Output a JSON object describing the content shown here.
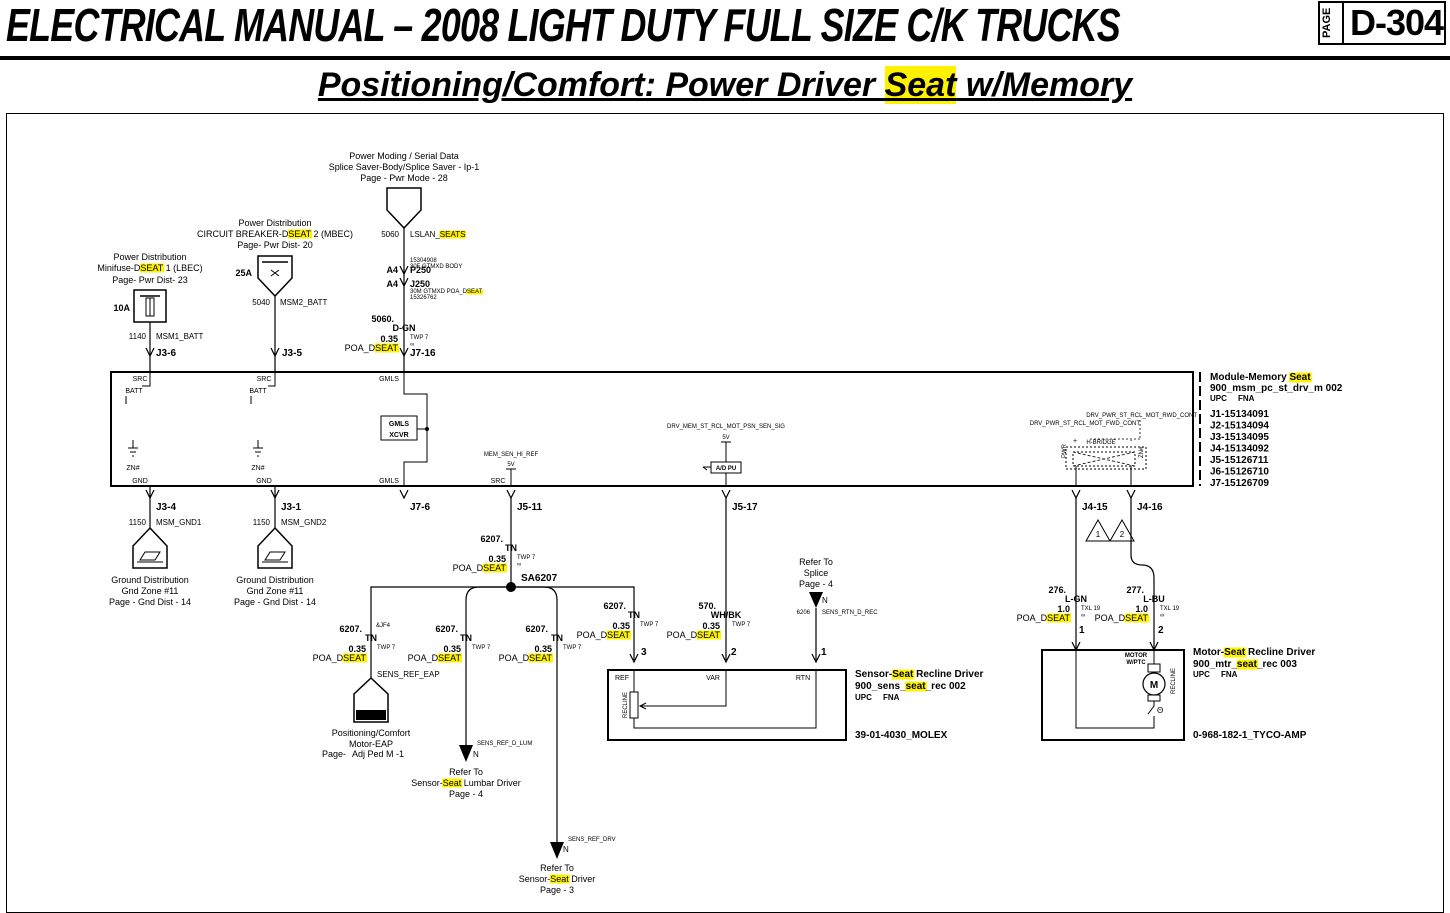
{
  "header": {
    "title": "ELECTRICAL MANUAL – 2008 LIGHT DUTY FULL SIZE C/K TRUCKS",
    "page_label": "PAGE",
    "page_number": "D-304"
  },
  "subtitle": {
    "before": "Positioning/Comfort: Power Driver ",
    "highlight": "Seat",
    "after": " w/Memory"
  },
  "sources": {
    "lbec": {
      "l1": "Power Distribution",
      "l2a": "Minifuse-D",
      "l2h": "SEAT",
      "l2b": " 1 (LBEC)",
      "l3": "Page-  Pwr Dist- 23",
      "fuse": "10A",
      "circuit": "1140",
      "wire": "MSM1_BATT",
      "conn": "J3-6"
    },
    "mbec": {
      "l1": "Power Distribution",
      "l2a": "CIRCUIT BREAKER-D",
      "l2h": "SEAT",
      "l2b": " 2 (MBEC)",
      "l3": "Page-  Pwr Dist- 20",
      "fuse": "25A",
      "circuit": "5040",
      "wire": "MSM2_BATT",
      "conn": "J3-5"
    },
    "lan": {
      "l1": "Power Moding / Serial Data",
      "l2": "Splice Saver-Body/Splice Saver - Ip-1",
      "l3": "Page - Pwr Mode - 28",
      "circuit": "5060",
      "wire_a": "LSLAN_",
      "wire_h": "SEATS",
      "p250_pin": "A4",
      "p250": "P250",
      "p250_desc1": "15304908",
      "p250_desc2": "30F GTMXD BODY",
      "j250_pin": "A4",
      "j250": "J250",
      "j250_desc1a": "30M GTMXD POA_D",
      "j250_desc1h": "SEAT",
      "j250_desc2": "15326762",
      "wire_circuit": "5060.",
      "color": "D-GN",
      "gauge": "0.35",
      "twp": "TWP 7",
      "twp_sub": "∞",
      "poa_a": "POA_D",
      "poa_h": "SEAT",
      "conn": "J7-16"
    }
  },
  "module": {
    "title_a": "Module-Memory ",
    "title_h": "Seat",
    "part": "900_msm_pc_st_drv_m 002",
    "upc": "UPC",
    "fna": "FNA",
    "connectors": [
      "J1-15134091",
      "J2-15134094",
      "J3-15134095",
      "J4-15134092",
      "J5-15126711",
      "J6-15126710",
      "J7-15126709"
    ],
    "pins": {
      "src": "SRC",
      "batt": "BATT",
      "gnd": "GND",
      "zn": "ZN#",
      "gmls": "GMLS",
      "xcvr1": "GMLS",
      "xcvr2": "XCVR",
      "mem_sen": "MEM_SEN_HI_REF",
      "v5": "5V",
      "drv_sig": "DRV_MEM_ST_RCL_MOT_PSN_SEN_SIG",
      "adpu": "A/D PU",
      "rwd": "DRV_PWR_ST_RCL_MOT_RWD_CONT",
      "fwd": "DRV_PWR_ST_RCL_MOT_FWD_CONT",
      "hbridge": "H-BRIDGE",
      "pwr": "PWR",
      "plus": "+",
      "minus": "-"
    }
  },
  "lower_conns": {
    "j34": "J3-4",
    "j31": "J3-1",
    "j76": "J7-6",
    "j511": "J5-11",
    "j517": "J5-17",
    "j415": "J4-15",
    "j416": "J4-16"
  },
  "grounds": [
    {
      "circuit": "1150",
      "wire": "MSM_GND1",
      "l1": "Ground Distribution",
      "l2": "Gnd Zone #11",
      "l3": "Page - Gnd Dist - 14"
    },
    {
      "circuit": "1150",
      "wire": "MSM_GND2",
      "l1": "Ground Distribution",
      "l2": "Gnd Zone #11",
      "l3": "Page - Gnd Dist - 14"
    }
  ],
  "splice": {
    "wire_circuit": "6207.",
    "color": "TN",
    "gauge": "0.35",
    "twp": "TWP 7",
    "twp_sub": "∞",
    "poa_a": "POA_D",
    "poa_h": "SEAT",
    "name": "SA6207",
    "branches": [
      {
        "circuit": "6207.",
        "color": "TN",
        "gauge": "0.35",
        "poa_a": "POA_D",
        "poa_h": "SEAT",
        "twp": "TWP 7",
        "extra": "&JF4",
        "wire": "SENS_REF_EAP",
        "d1": "Positioning/Comfort",
        "d2": "Motor-EAP",
        "d3a": "Page-",
        "d3b": "Adj Ped M -1"
      },
      {
        "circuit": "6207.",
        "color": "TN",
        "gauge": "0.35",
        "poa_a": "POA_D",
        "poa_h": "SEAT",
        "twp": "TWP 7",
        "wire": "SENS_REF_D_LUM",
        "pin": "N",
        "d1": "Refer To",
        "d2a": "Sensor-",
        "d2h": "Seat",
        "d2b": " Lumbar Driver",
        "d3": "Page - 4"
      },
      {
        "circuit": "6207.",
        "color": "TN",
        "gauge": "0.35",
        "poa_a": "POA_D",
        "poa_h": "SEAT",
        "twp": "TWP 7",
        "wire": "SENS_REF_DRV",
        "pin": "N",
        "d1": "Refer To",
        "d2a": "Sensor-",
        "d2h": "Seat",
        "d2b": " Driver",
        "d3": "Page - 3"
      }
    ]
  },
  "sensor": {
    "ref_wire": {
      "circuit": "6207.",
      "color": "TN",
      "gauge": "0.35",
      "poa_a": "POA_D",
      "poa_h": "SEAT",
      "twp": "TWP 7"
    },
    "var_wire": {
      "circuit": "570.",
      "color": "WH/BK",
      "gauge": "0.35",
      "poa_a": "POA_D",
      "poa_h": "SEAT",
      "twp": "TWP 7"
    },
    "rtn": {
      "d1": "Refer To",
      "d2": "Splice",
      "d3": "Page - 4",
      "pin": "N",
      "circuit": "6206",
      "wire": "SENS_RTN_D_REC"
    },
    "pins": [
      "3",
      "2",
      "1"
    ],
    "pin_labels": [
      "REF",
      "VAR",
      "RTN"
    ],
    "recline": "RECLINE",
    "title_a": "Sensor-",
    "title_h": "Seat",
    "title_b": " Recline Driver",
    "part_a": "900_sens_",
    "part_h": "seat",
    "part_b": "_rec 002",
    "upc": "UPC",
    "fna": "FNA",
    "connector": "39-01-4030_MOLEX"
  },
  "motor": {
    "wire1": {
      "circuit": "276.",
      "color": "L-GN",
      "gauge": "1.0",
      "txl": "TXL 19",
      "txl_sub": "∞",
      "poa_a": "POA_D",
      "poa_h": "SEAT",
      "pin": "1"
    },
    "wire2": {
      "circuit": "277.",
      "color": "L-BU",
      "gauge": "1.0",
      "txl": "TXL 19",
      "txl_sub": "∞",
      "poa_a": "POA_D",
      "poa_h": "SEAT",
      "pin": "2"
    },
    "tri1": "1",
    "tri2": "2",
    "title_a": "Motor-",
    "title_h": "Seat",
    "title_b": " Recline Driver",
    "part_a": "900_mtr_",
    "part_h": "seat",
    "part_b": "_rec 003",
    "upc": "UPC",
    "fna": "FNA",
    "inner1": "MOTOR",
    "inner2": "W/PTC",
    "m": "M",
    "recline": "RECLINE",
    "theta": "Θ",
    "connector": "0-968-182-1_TYCO-AMP"
  }
}
